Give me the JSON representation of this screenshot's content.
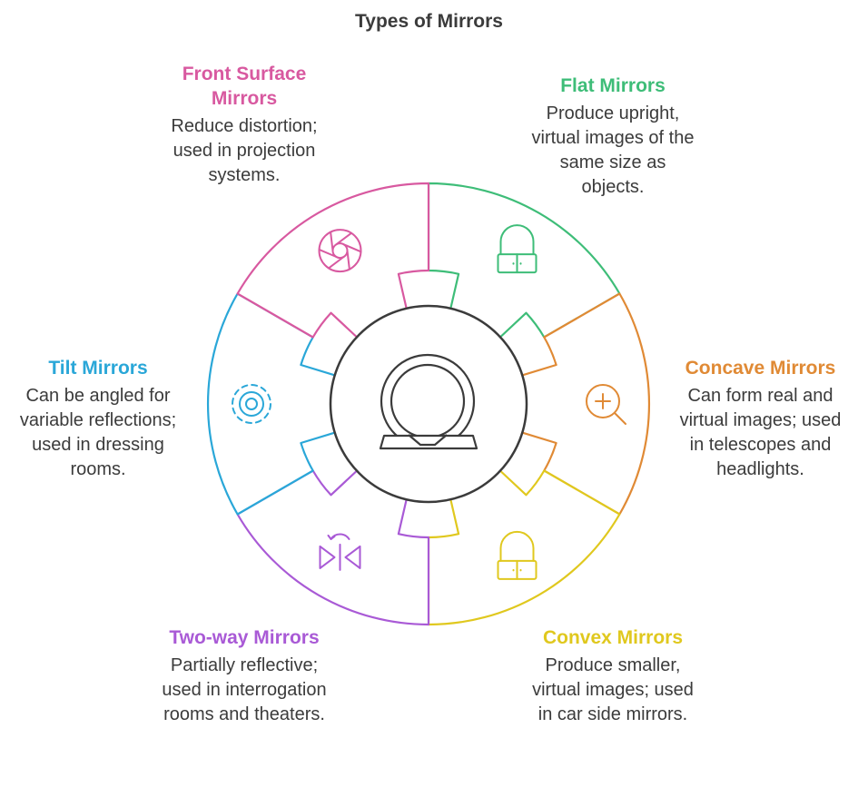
{
  "title": "Types of Mirrors",
  "center_icon": "mirror-icon",
  "segments": [
    {
      "id": "flat",
      "name": "Flat Mirrors",
      "color": "#3ebd78",
      "icon": "cabinet-icon",
      "desc": "Produce upright, virtual images of the same size as objects."
    },
    {
      "id": "concave",
      "name": "Concave Mirrors",
      "color": "#e08a35",
      "icon": "zoom-in-icon",
      "desc": "Can form real and virtual images; used in telescopes and headlights."
    },
    {
      "id": "convex",
      "name": "Convex Mirrors",
      "color": "#e0c81e",
      "icon": "cabinet-icon",
      "desc": "Produce smaller, virtual images; used in car side mirrors."
    },
    {
      "id": "twoway",
      "name": "Two-way Mirrors",
      "color": "#a95ad6",
      "icon": "flip-horizontal-icon",
      "desc": "Partially reflective; used in interrogation rooms and theaters."
    },
    {
      "id": "tilt",
      "name": "Tilt Mirrors",
      "color": "#2aa7d8",
      "icon": "target-icon",
      "desc": "Can be angled for variable reflections; used in dressing rooms."
    },
    {
      "id": "front",
      "name": "Front Surface Mirrors",
      "color": "#d859a0",
      "icon": "aperture-icon",
      "desc": "Reduce distortion; used in projection systems."
    }
  ]
}
